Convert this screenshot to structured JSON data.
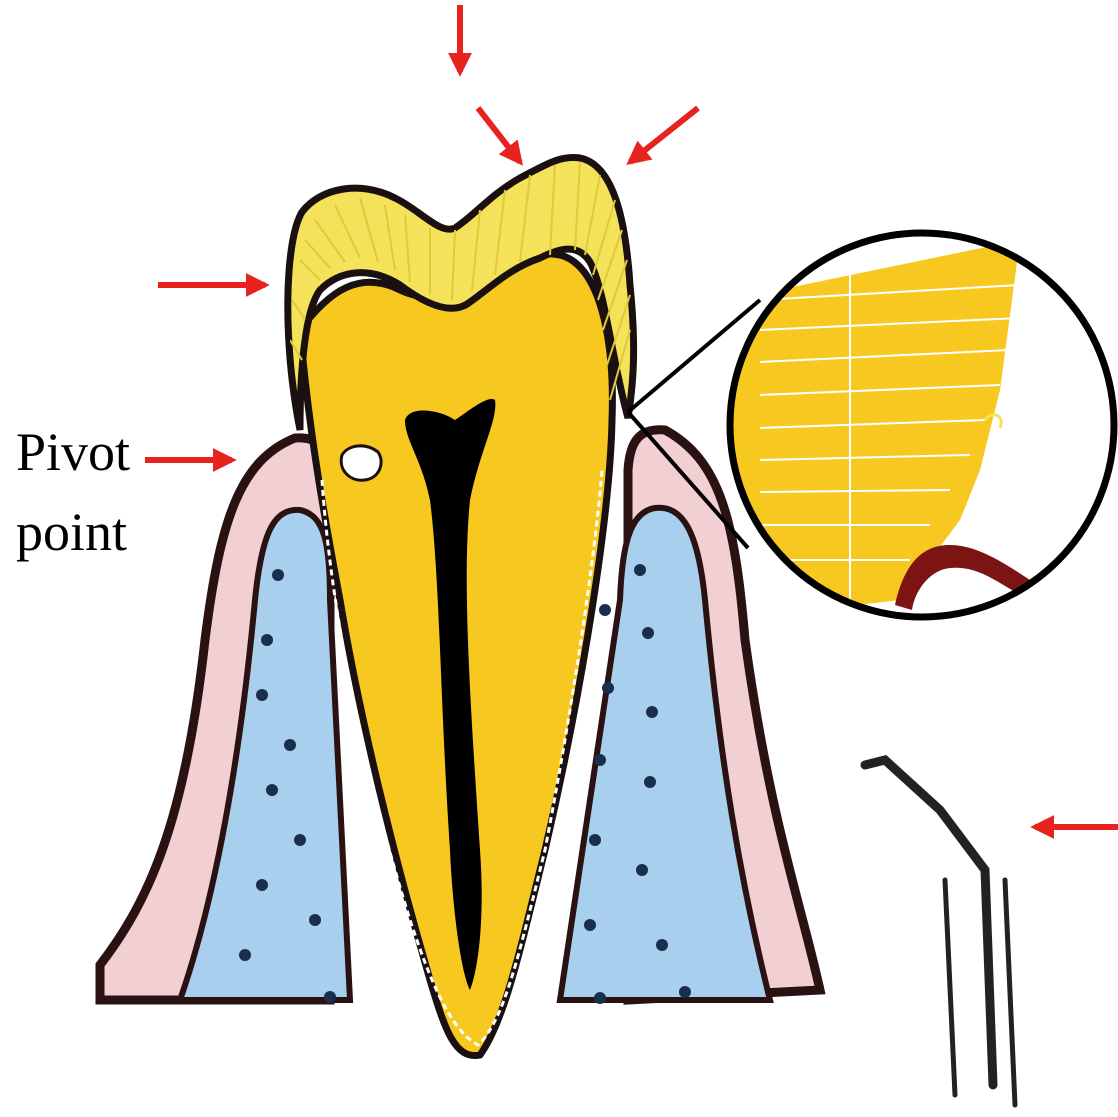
{
  "labels": {
    "pivot_line1": "Pivot",
    "pivot_line2": "point"
  },
  "colors": {
    "enamel": "#f3e25a",
    "dentin": "#f7c81f",
    "pulp": "#000000",
    "gum_pink": "#f1cfd3",
    "bone_blue": "#a8d0ee",
    "bone_dots": "#1a2f4c",
    "outline": "#2a1212",
    "arrow": "#e8221e",
    "magnified_lesion": "#7d1414"
  },
  "icons": {
    "force_arrow": "red-arrow",
    "probe": "periodontal-probe"
  }
}
